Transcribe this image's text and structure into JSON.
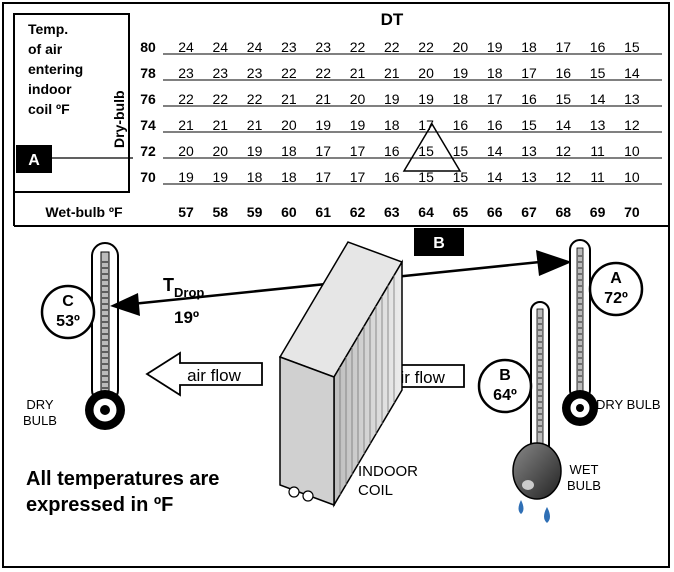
{
  "table": {
    "title": "DT",
    "row_header_lines": [
      "Temp.",
      "of air",
      "entering",
      "indoor",
      "coil ºF"
    ],
    "dry_bulb_label": "Dry-bulb",
    "wet_bulb_label": "Wet-bulb ºF",
    "wet_bulb_values": [
      "57",
      "58",
      "59",
      "60",
      "61",
      "62",
      "63",
      "64",
      "65",
      "66",
      "67",
      "68",
      "69",
      "70"
    ],
    "rows": [
      {
        "dry_bulb": "80",
        "values": [
          "24",
          "24",
          "24",
          "23",
          "23",
          "22",
          "22",
          "22",
          "20",
          "19",
          "18",
          "17",
          "16",
          "15"
        ]
      },
      {
        "dry_bulb": "78",
        "values": [
          "23",
          "23",
          "23",
          "22",
          "22",
          "21",
          "21",
          "20",
          "19",
          "18",
          "17",
          "16",
          "15",
          "14"
        ]
      },
      {
        "dry_bulb": "76",
        "values": [
          "22",
          "22",
          "22",
          "21",
          "21",
          "20",
          "19",
          "19",
          "18",
          "17",
          "16",
          "15",
          "14",
          "13"
        ]
      },
      {
        "dry_bulb": "74",
        "values": [
          "21",
          "21",
          "21",
          "20",
          "19",
          "19",
          "18",
          "17",
          "16",
          "16",
          "15",
          "14",
          "13",
          "12"
        ]
      },
      {
        "dry_bulb": "72",
        "values": [
          "20",
          "20",
          "19",
          "18",
          "17",
          "17",
          "16",
          "15",
          "15",
          "14",
          "13",
          "12",
          "11",
          "10"
        ]
      },
      {
        "dry_bulb": "70",
        "values": [
          "19",
          "19",
          "18",
          "18",
          "17",
          "17",
          "16",
          "15",
          "15",
          "14",
          "13",
          "12",
          "11",
          "10"
        ]
      }
    ],
    "marker_a": "A",
    "marker_b": "B"
  },
  "diagram": {
    "thermo_c": {
      "letter": "C",
      "value": "53º"
    },
    "thermo_a": {
      "letter": "A",
      "value": "72º"
    },
    "thermo_b": {
      "letter": "B",
      "value": "64º"
    },
    "t_drop_base": "T",
    "t_drop_sub": "Drop",
    "t_drop_value": "19º",
    "air_flow_left": "air flow",
    "air_flow_right": "air flow",
    "dry_bulb_left_line1": "DRY",
    "dry_bulb_left_line2": "BULB",
    "dry_bulb_right": "DRY BULB",
    "wet_bulb_line1": "WET",
    "wet_bulb_line2": "BULB",
    "coil_line1": "INDOOR",
    "coil_line2": "COIL",
    "note_line1": "All temperatures are",
    "note_line2": "expressed in ºF"
  },
  "colors": {
    "marker_fill": "#000000",
    "coil_fill": "#d9d9d9",
    "water_drop": "#2f6fb5",
    "bulb_fill": "#555555"
  }
}
